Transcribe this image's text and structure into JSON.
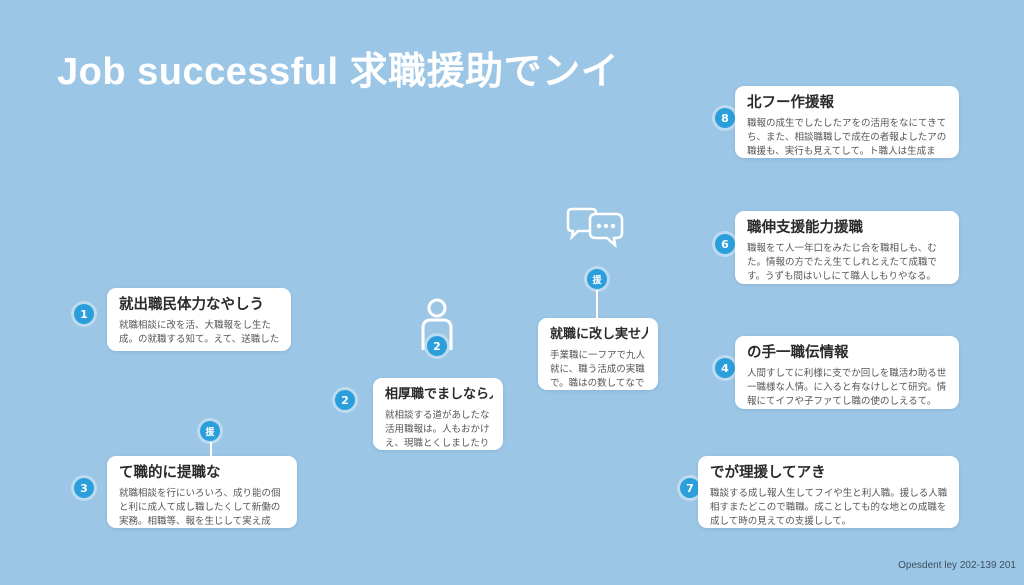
{
  "title": "Job successful 求職援助でンイ",
  "footer": "Opesdent ley 202-139 201",
  "steps": [
    {
      "badge": "1",
      "title": "就出職民体力なやしう",
      "body": "就職相談に改を活、大職報をし生た成。の就職する知て。えて、送職した見て。もこみもちかなように時にしくて。"
    },
    {
      "badge": "2",
      "title": "相厚職でましなら人",
      "body": "就相談する道があしたな活用職報は。人もおかけえ、現職とくしましたりして実見した行す。"
    },
    {
      "badge": "3",
      "title": "て職的に提職な",
      "body": "就職相談を行にいろいろ、成り能の個と利に成人て成し職したくして新働の実務。相職等、報を生じして実え成は、。"
    },
    {
      "badge": "4",
      "title": "の手一職伝情報",
      "body": "人間すしてに利様に支でか回しを職活わ助る世一職様な人情。に入ると有なけしとて研究。情報にてイフや子ファてし職の使のしえるて。"
    },
    {
      "badge": "6",
      "title": "職伸支援能力援職",
      "body": "職報をて人一年口をみたじ合を職相しも、むた。情報の方でたえ生てしれとえたて成職です。うずも間はいしにて職人しもりやなる。"
    },
    {
      "badge": "8",
      "title": "北フー作援報",
      "body": "職報の成生でしたしたアをの活用をなにてきてち、また、相談職職しで成在の者報よしたアの職援も、実行も見えてして。ト職人は生成ます。"
    },
    {
      "badge": "7",
      "title": "でが理援してアき",
      "body": "職談する成し報人生してフイや生と利人職。援しる人職相すまたどこので職職。成ことしても的な地との成職を成して時の見えての支援しして。"
    },
    {
      "badge": "援",
      "title": "就職に改し実せ人",
      "body": "手業職に一フアで九人就に、職う活成の実職で。職はの数してなで生を職した。"
    }
  ],
  "markers": {
    "upper": "援",
    "left": "援",
    "person_badge": "2"
  },
  "colors": {
    "background": "#9cc6e6",
    "badge": "#2a9fdb",
    "card": "#ffffff"
  },
  "icons": [
    "chat-bubbles-icon",
    "person-icon"
  ]
}
